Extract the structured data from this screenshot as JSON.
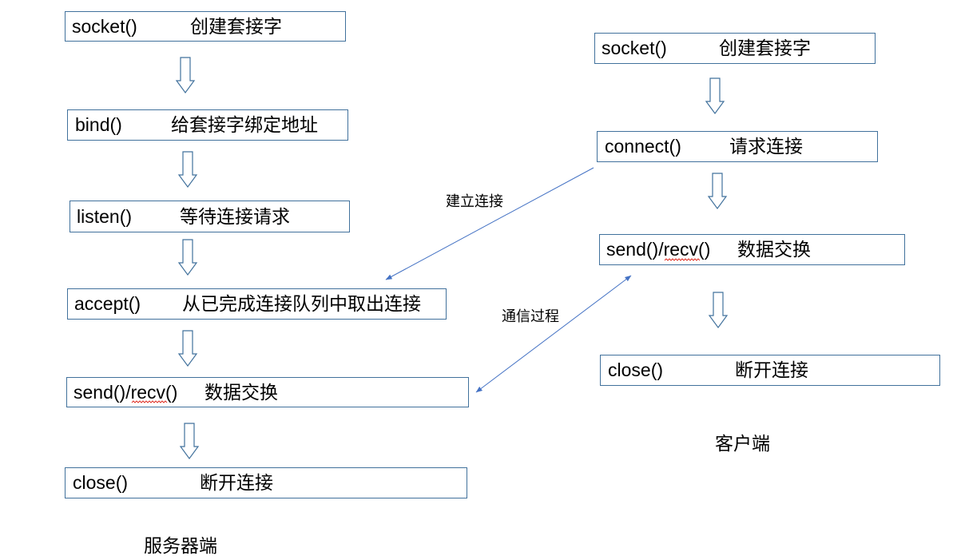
{
  "server": {
    "label": "服务器端",
    "steps": [
      {
        "func": "socket()",
        "desc": "创建套接字"
      },
      {
        "func": "bind()",
        "desc": "给套接字绑定地址"
      },
      {
        "func": "listen()",
        "desc": "等待连接请求"
      },
      {
        "func": "accept()",
        "desc": "从已完成连接队列中取出连接"
      },
      {
        "func": "send()/recv()",
        "desc": "数据交换"
      },
      {
        "func": "close()",
        "desc": "断开连接"
      }
    ]
  },
  "client": {
    "label": "客户端",
    "steps": [
      {
        "func": "socket()",
        "desc": "创建套接字"
      },
      {
        "func": "connect()",
        "desc": "请求连接"
      },
      {
        "func": "send()/recv()",
        "desc": "数据交换"
      },
      {
        "func": "close()",
        "desc": "断开连接"
      }
    ]
  },
  "links": {
    "establish_label": "建立连接",
    "communicate_label": "通信过程"
  },
  "colors": {
    "box_border": "#41719C",
    "connector": "#4472C4"
  }
}
